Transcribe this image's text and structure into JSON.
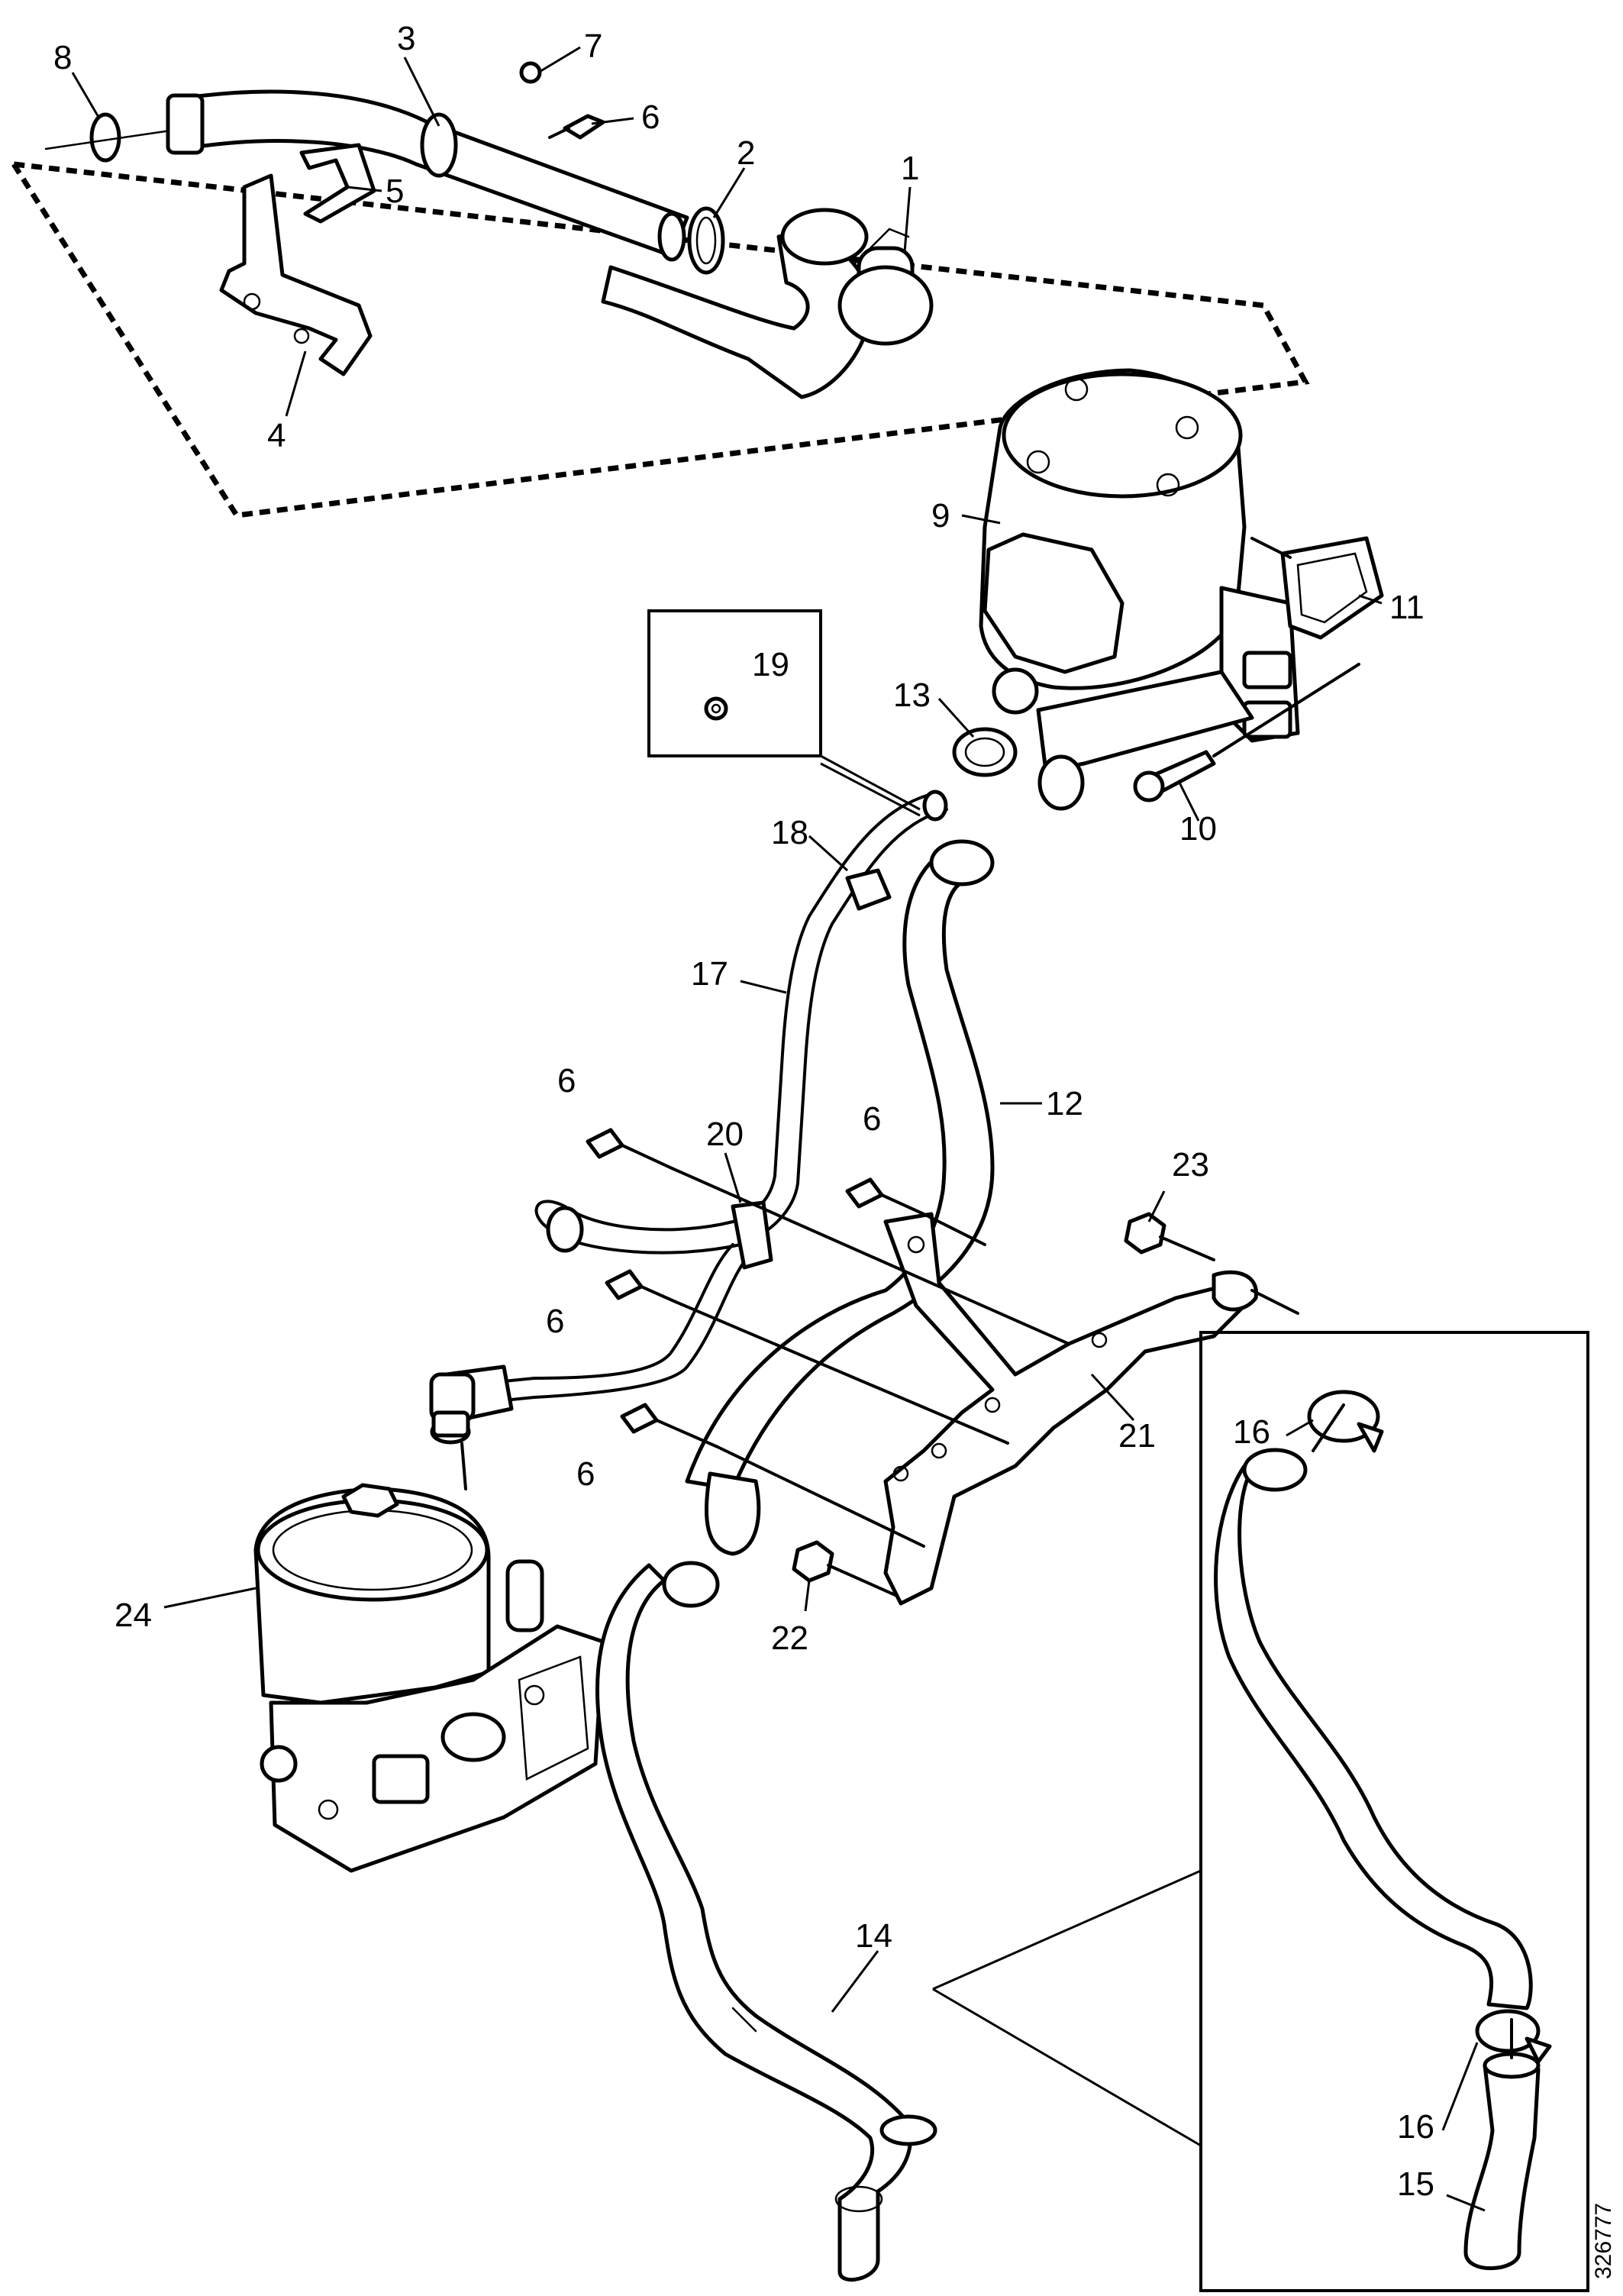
{
  "diagram": {
    "reference_number": "326777",
    "callouts": {
      "c1": "1",
      "c2": "2",
      "c3": "3",
      "c4": "4",
      "c5": "5",
      "c6a": "6",
      "c6b": "6",
      "c6c": "6",
      "c6d": "6",
      "c6e": "6",
      "c7": "7",
      "c8": "8",
      "c9": "9",
      "c10": "10",
      "c11": "11",
      "c12": "12",
      "c13": "13",
      "c14": "14",
      "c15": "15",
      "c16a": "16",
      "c16b": "16",
      "c17": "17",
      "c18": "18",
      "c19": "19",
      "c20": "20",
      "c21": "21",
      "c22": "22",
      "c23": "23",
      "c24": "24"
    }
  }
}
